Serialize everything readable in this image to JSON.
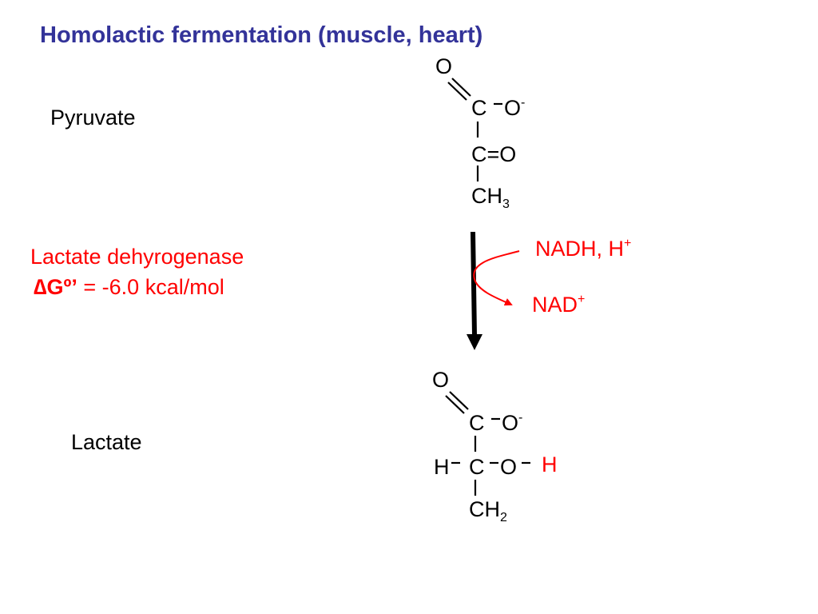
{
  "title": "Homolactic fermentation (muscle, heart)",
  "pyruvate": {
    "name": "Pyruvate",
    "o_top": "O",
    "c1": "C",
    "o_minus": "O",
    "o_minus_charge": "-",
    "c2_keto": "C=O",
    "ch": "CH",
    "ch_sub": "3"
  },
  "enzyme": {
    "name": "Lactate dehyrogenase",
    "delta": "∆",
    "g": "Gº’",
    "value": " = -6.0 kcal/mol"
  },
  "cofactors": {
    "nadh": "NADH, H",
    "nadh_charge": "+",
    "nad": "NAD",
    "nad_charge": "+"
  },
  "lactate": {
    "name": "Lactate",
    "o_top": "O",
    "c1": "C",
    "o_minus": "O",
    "o_minus_charge": "-",
    "h_left": "H",
    "c2": "C",
    "o2": "O",
    "h_added": "H",
    "ch": "CH",
    "ch_sub": "2"
  },
  "colors": {
    "title": "#333399",
    "enzyme": "#ff0000",
    "text": "#000000",
    "arrow": "#000000"
  }
}
